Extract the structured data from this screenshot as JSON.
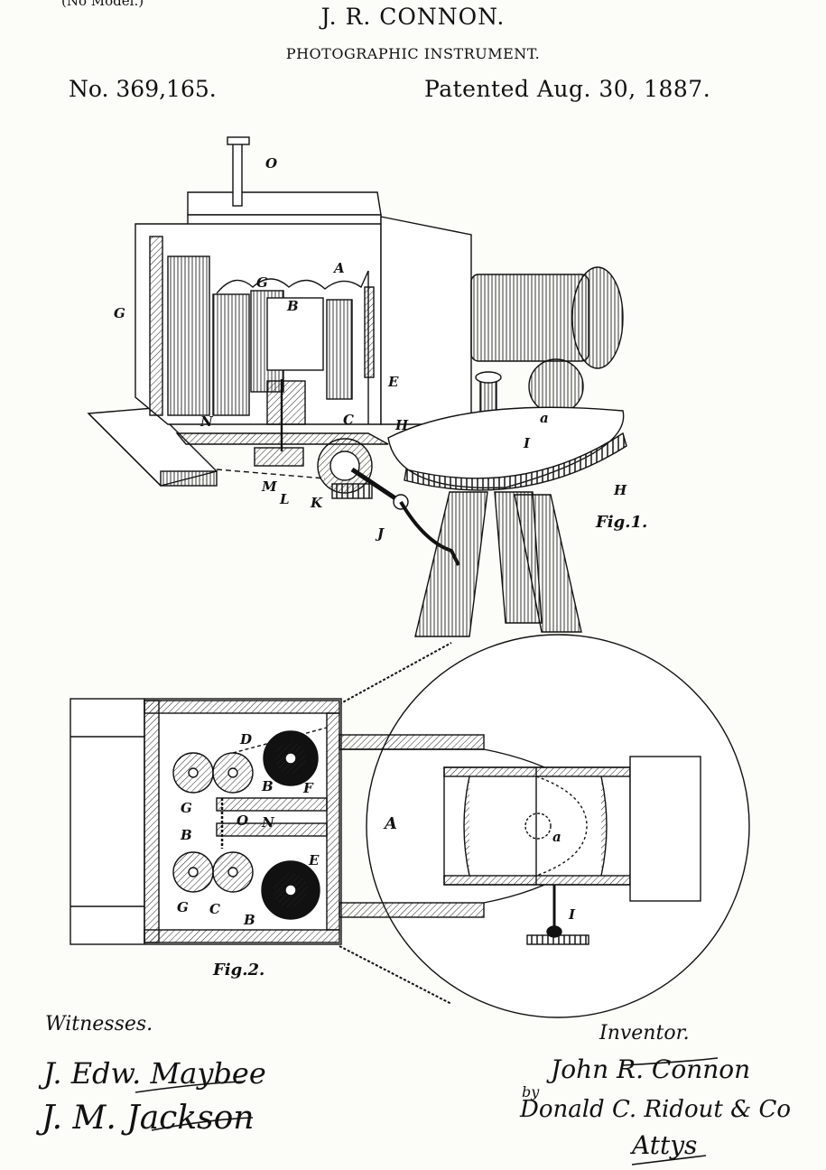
{
  "header": {
    "model_note": "(No Model.)",
    "inventor": "J. R. CONNON.",
    "title": "PHOTOGRAPHIC INSTRUMENT.",
    "patent_number": "No. 369,165.",
    "patent_date": "Patented Aug. 30, 1887."
  },
  "figure1": {
    "caption": "Fig.1.",
    "labels": {
      "O": "O",
      "A": "A",
      "G1": "G",
      "G2": "G",
      "B": "B",
      "E": "E",
      "C": "C",
      "H1": "H",
      "N": "N",
      "a": "a",
      "I": "I",
      "M": "M",
      "L": "L",
      "K": "K",
      "J": "J",
      "H2": "H"
    }
  },
  "figure2": {
    "caption": "Fig.2.",
    "labels": {
      "D": "D",
      "B1": "B",
      "F": "F",
      "G1": "G",
      "O": "O",
      "N": "N",
      "A": "A",
      "B2": "B",
      "E": "E",
      "G2": "G",
      "C": "C",
      "B3": "B",
      "a": "a",
      "I": "I"
    }
  },
  "signatures": {
    "witnesses_label": "Witnesses.",
    "witness_1": "J. Edw. Maybee",
    "witness_2": "J. M. Jackson",
    "inventor_label": "Inventor.",
    "inventor_signature": "John R. Connon",
    "by_text": "by",
    "attorney": "Donald C. Ridout & Co",
    "attorney_title": "Attys"
  }
}
